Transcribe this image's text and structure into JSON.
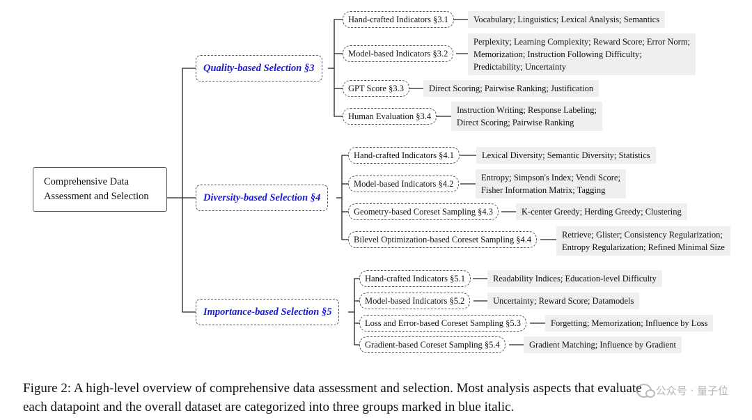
{
  "root": {
    "lines": [
      "Comprehensive Data",
      "Assessment and Selection"
    ]
  },
  "groups": [
    {
      "label": "Quality-based Selection §3",
      "items": [
        {
          "label": "Hand-crafted Indicators §3.1",
          "leaf": [
            "Vocabulary; Linguistics; Lexical Analysis; Semantics"
          ]
        },
        {
          "label": "Model-based Indicators §3.2",
          "leaf": [
            "Perplexity; Learning Complexity; Reward Score; Error Norm;",
            "Memorization; Instruction Following Difficulty;",
            "Predictability; Uncertainty"
          ]
        },
        {
          "label": "GPT Score §3.3",
          "leaf": [
            "Direct Scoring; Pairwise Ranking; Justification"
          ]
        },
        {
          "label": "Human Evaluation §3.4",
          "leaf": [
            "Instruction Writing; Response Labeling;",
            "Direct Scoring; Pairwise Ranking"
          ]
        }
      ]
    },
    {
      "label": "Diversity-based Selection §4",
      "items": [
        {
          "label": "Hand-crafted Indicators §4.1",
          "leaf": [
            "Lexical Diversity; Semantic Diversity; Statistics"
          ]
        },
        {
          "label": "Model-based Indicators §4.2",
          "leaf": [
            "Entropy; Simpson's Index; Vendi Score;",
            "Fisher Information Matrix; Tagging"
          ]
        },
        {
          "label": "Geometry-based Coreset Sampling §4.3",
          "leaf": [
            "K-center Greedy; Herding Greedy; Clustering"
          ]
        },
        {
          "label": "Bilevel Optimization-based Coreset Sampling §4.4",
          "leaf": [
            "Retrieve; Glister; Consistency Regularization;",
            "Entropy Regularization; Refined Minimal Size"
          ]
        }
      ]
    },
    {
      "label": "Importance-based Selection §5",
      "items": [
        {
          "label": "Hand-crafted Indicators §5.1",
          "leaf": [
            "Readability Indices; Education-level Difficulty"
          ]
        },
        {
          "label": "Model-based Indicators §5.2",
          "leaf": [
            "Uncertainty; Reward Score; Datamodels"
          ]
        },
        {
          "label": "Loss and Error-based Coreset Sampling §5.3",
          "leaf": [
            "Forgetting; Memorization; Influence by Loss"
          ]
        },
        {
          "label": "Gradient-based Coreset Sampling §5.4",
          "leaf": [
            "Gradient Matching; Influence by Gradient"
          ]
        }
      ]
    }
  ],
  "caption": {
    "line1": "Figure 2: A high-level overview of comprehensive data assessment and selection. Most analysis aspects that evaluate",
    "line2": "each datapoint and the overall dataset are categorized into three groups marked in blue italic."
  },
  "watermark": {
    "text": "公众号 · 量子位"
  },
  "colors": {
    "group_text": "#1a1adb",
    "leaf_bg": "#efefef",
    "line": "#222222"
  }
}
